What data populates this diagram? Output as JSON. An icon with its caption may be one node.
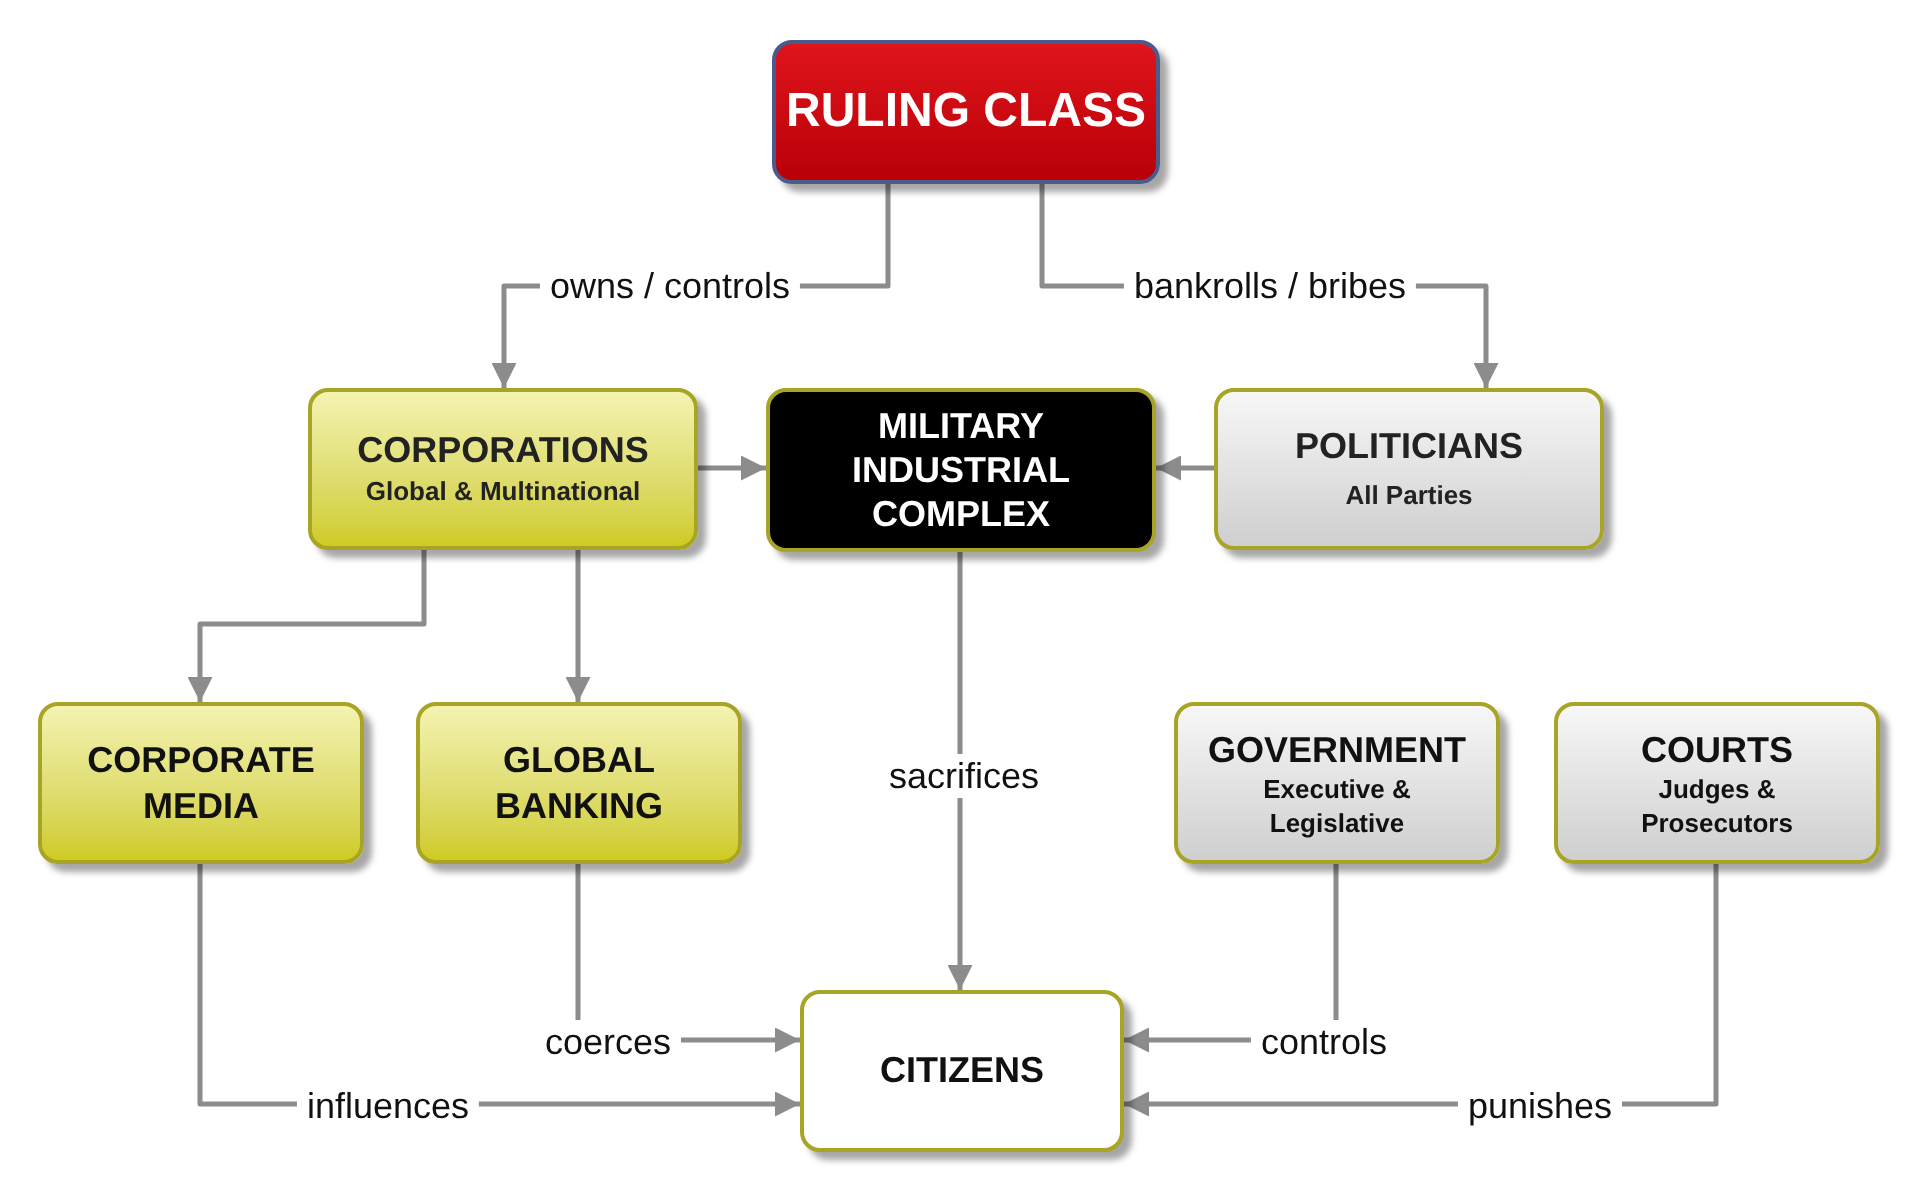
{
  "diagram": {
    "nodes": [
      {
        "text": [
          "RULING CLASS"
        ]
      },
      {
        "text": [
          "CORPORATIONS",
          "Global & Multinational"
        ]
      },
      {
        "text": [
          "MILITARY INDUSTRIAL COMPLEX"
        ]
      },
      {
        "text": [
          "POLITICIANS",
          "All Parties"
        ]
      },
      {
        "text": [
          "CORPORATE MEDIA"
        ]
      },
      {
        "text": [
          "GLOBAL BANKING"
        ]
      },
      {
        "text": [
          "GOVERNMENT",
          "Executive & Legislative"
        ]
      },
      {
        "text": [
          "COURTS",
          "Judges & Prosecutors"
        ]
      },
      {
        "text": [
          "CITIZENS"
        ]
      }
    ],
    "edges": [
      {
        "from": 0,
        "to": 1,
        "arrow": "to",
        "label": "owns / controls"
      },
      {
        "from": 0,
        "to": 3,
        "arrow": "to",
        "label": "bankrolls / bribes"
      },
      {
        "from": 1,
        "to": 2,
        "arrow": "to"
      },
      {
        "from": 3,
        "to": 2,
        "arrow": "to"
      },
      {
        "from": 1,
        "to": 4,
        "arrow": "to"
      },
      {
        "from": 1,
        "to": 5,
        "arrow": "to"
      },
      {
        "from": 2,
        "to": 8,
        "arrow": "to",
        "label": "sacrifices"
      },
      {
        "from": 5,
        "to": 8,
        "arrow": "to",
        "label": "coerces"
      },
      {
        "from": 4,
        "to": 8,
        "arrow": "to",
        "label": "influences"
      },
      {
        "from": 6,
        "to": 8,
        "arrow": "to",
        "label": "controls"
      },
      {
        "from": 7,
        "to": 8,
        "arrow": "to",
        "label": "punishes"
      }
    ]
  }
}
